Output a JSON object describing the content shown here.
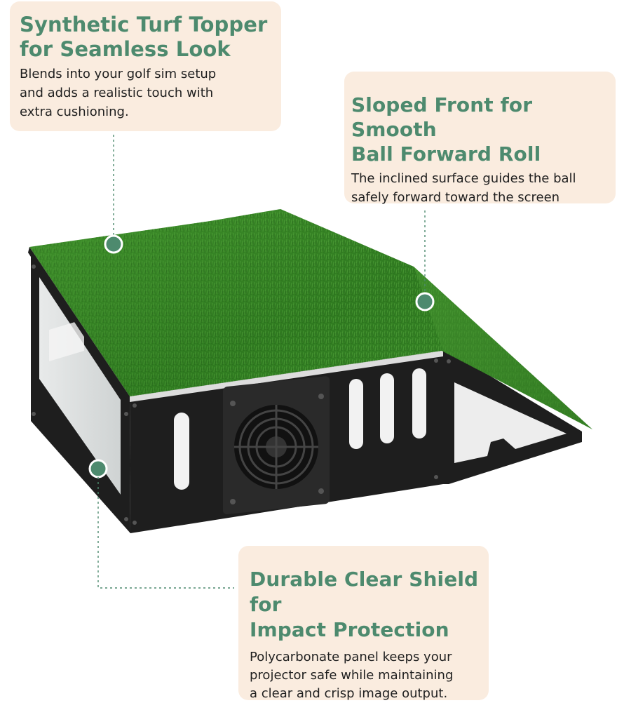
{
  "callouts": {
    "turf": {
      "title_line1": "Synthetic Turf Topper",
      "title_line2": "for Seamless Look",
      "desc_line1": "Blends into your golf sim setup",
      "desc_line2": "and adds a realistic touch with",
      "desc_line3": "extra cushioning."
    },
    "slope": {
      "title_line1": "Sloped Front for Smooth",
      "title_line2": "Ball Forward Roll",
      "desc_line1": "The inclined surface guides the ball",
      "desc_line2": "safely forward toward the screen"
    },
    "shield": {
      "title_line1": "Durable Clear Shield for",
      "title_line2": "Impact Protection",
      "desc_line1": "Polycarbonate panel keeps your",
      "desc_line2": "projector safe while maintaining",
      "desc_line3": "a clear and crisp image output."
    }
  },
  "colors": {
    "accent": "#4d8a6e",
    "callout_background": "#faecdf",
    "turf_green": "#3f8a2e",
    "frame_black": "#1e1e1e"
  }
}
